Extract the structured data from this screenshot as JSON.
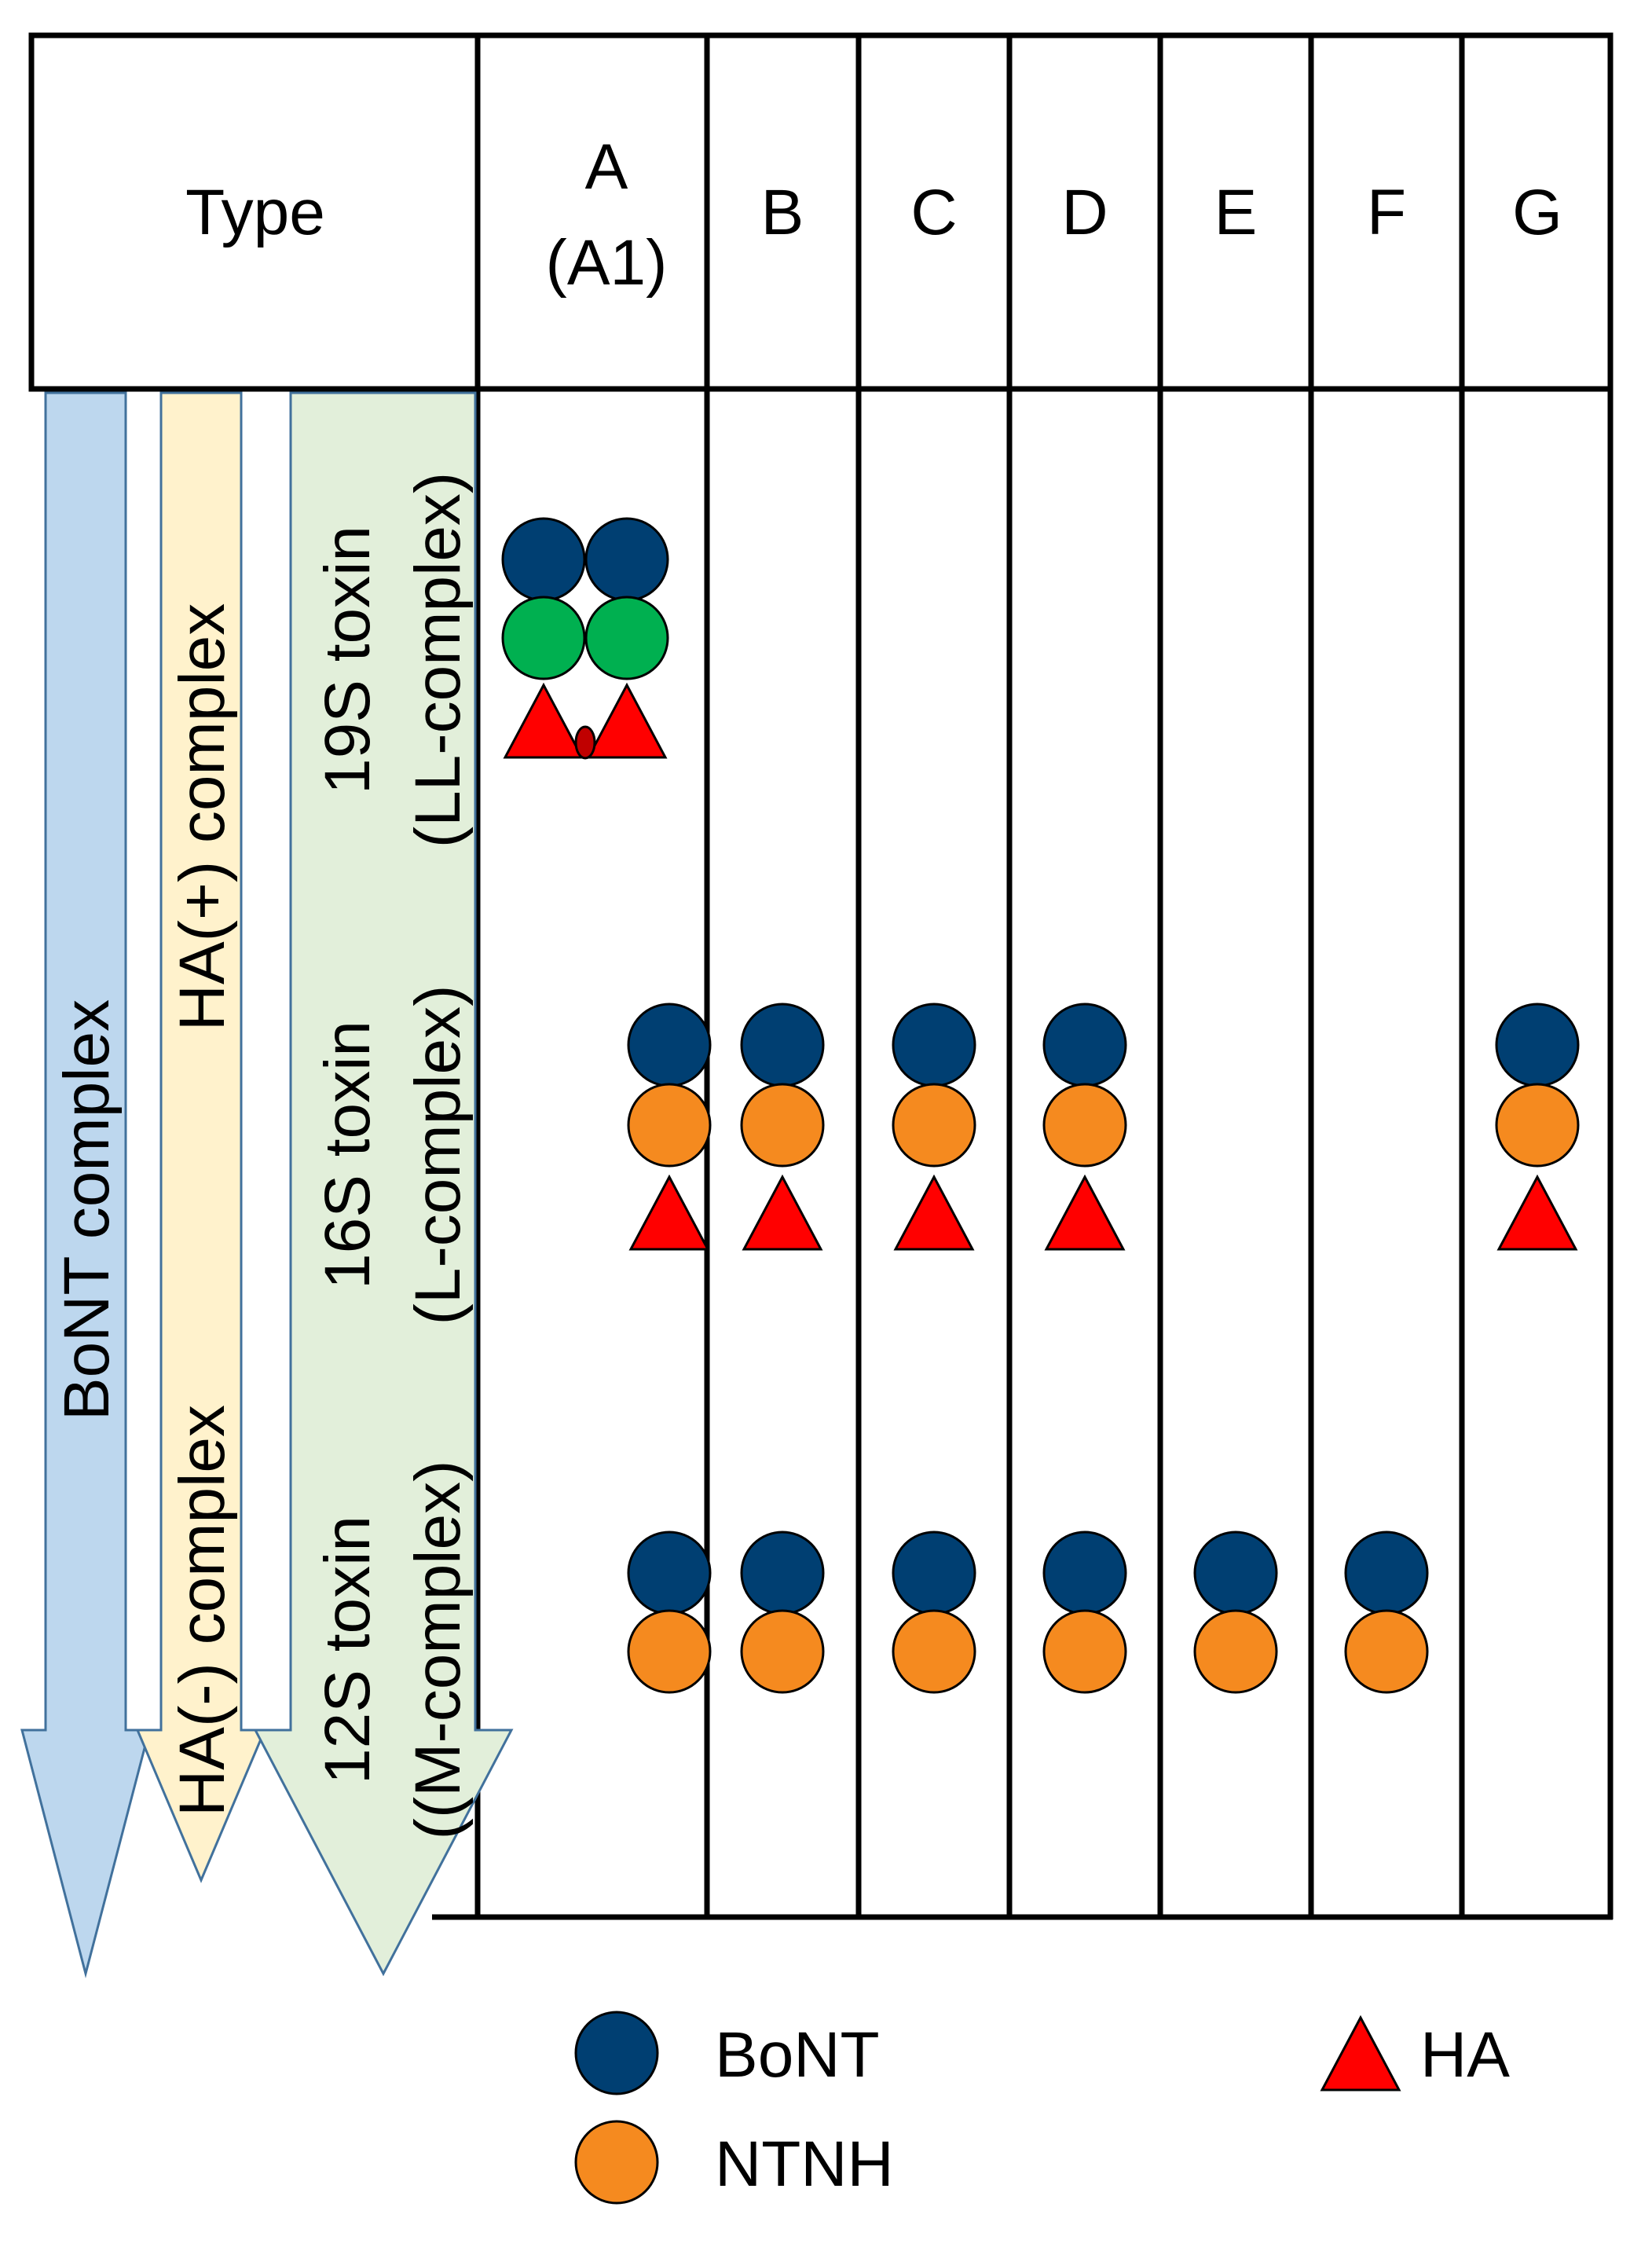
{
  "colors": {
    "bont": "#003F72",
    "ntnh": "#F58A1F",
    "ha": "#FF0000",
    "green_ntnh": "#00B050",
    "arrow_bont": "#BDD7EE",
    "arrow_ha_plus_minus": "#FFF2CC",
    "arrow_toxin": "#E2EFDA",
    "arrow_stroke": "#41719C"
  },
  "header": {
    "type_label": "Type",
    "columns": [
      {
        "id": "A",
        "label": "A",
        "sublabel": "(A1)"
      },
      {
        "id": "B",
        "label": "B"
      },
      {
        "id": "C",
        "label": "C"
      },
      {
        "id": "D",
        "label": "D"
      },
      {
        "id": "E",
        "label": "E"
      },
      {
        "id": "F",
        "label": "F"
      },
      {
        "id": "G",
        "label": "G"
      }
    ]
  },
  "arrows": {
    "bont": {
      "label": "BoNT complex"
    },
    "ha_complex": {
      "minus_label": "HA(-) complex",
      "plus_label": "HA(+) complex"
    },
    "toxin": {
      "ll": {
        "line1": "19S toxin",
        "line2": "(LL-complex)"
      },
      "l": {
        "line1": "16S toxin",
        "line2": "(L-complex)"
      },
      "m": {
        "line1": "12S toxin",
        "line2": "((M-complex)"
      }
    }
  },
  "rows": {
    "ll_present": [
      "A"
    ],
    "l_present": [
      "A",
      "B",
      "C",
      "D",
      "G"
    ],
    "m_present": [
      "A",
      "B",
      "C",
      "D",
      "E",
      "F"
    ]
  },
  "legend": {
    "bont": "BoNT",
    "ntnh": "NTNH",
    "ha": "HA"
  }
}
